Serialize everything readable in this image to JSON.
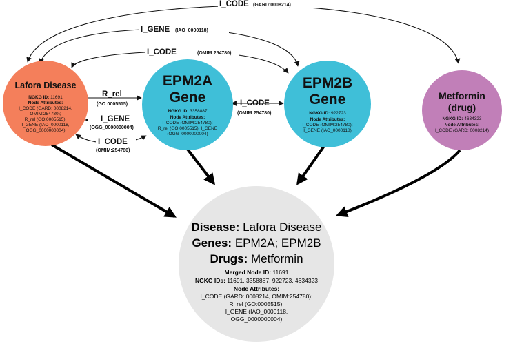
{
  "nodes": {
    "lafora": {
      "title": "Lafora Disease",
      "ngkg_label": "NGKG ID:",
      "ngkg_value": "11691",
      "attr_label": "Node Attributes:",
      "attr_lines": [
        "I_CODE (GARD: 0008214,",
        "OMIM:254780);",
        "R_rel (GO:0005515);",
        "I_GENE (IAO_0000118,",
        "OGG_0000000004)"
      ],
      "color": "#f47f5b"
    },
    "epm2a": {
      "title_lines": [
        "EPM2A",
        "Gene"
      ],
      "ngkg_label": "NGKG ID:",
      "ngkg_value": "3358887",
      "attr_label": "Node Attributes:",
      "attr_lines": [
        "I_CODE (OMIM:254780);",
        "R_rel (GO:0005515); I_GENE",
        "(OGG_0000000004)"
      ],
      "color": "#3fbfd8"
    },
    "epm2b": {
      "title_lines": [
        "EPM2B",
        "Gene"
      ],
      "ngkg_label": "NGKG ID:",
      "ngkg_value": "922723",
      "attr_label": "Node Attributes:",
      "attr_lines": [
        "I_CODE (OMIM:254780);",
        "I_GENE (IAO_0000118)"
      ],
      "color": "#3fbfd8"
    },
    "metformin": {
      "title_lines": [
        "Metformin",
        "(drug)"
      ],
      "ngkg_label": "NGKG ID:",
      "ngkg_value": "4634323",
      "attr_label": "Node Attributes:",
      "attr_lines": [
        "I_CODE (GARD: 0008214)"
      ],
      "color": "#c17fb8"
    },
    "merged": {
      "disease_label": "Disease:",
      "disease_value": "Lafora Disease",
      "genes_label": "Genes:",
      "genes_value": "EPM2A; EPM2B",
      "drugs_label": "Drugs:",
      "drugs_value": "Metformin",
      "merged_label": "Merged Node ID:",
      "merged_value": "11691",
      "ngkg_ids_label": "NGKG IDs:",
      "ngkg_ids_value": "11691, 3358887, 922723, 4634323",
      "attr_label": "Node Attributes:",
      "attr_lines": [
        "I_CODE (GARD: 0008214, OMIM:254780);",
        "R_rel (GO:0005515);",
        "I_GENE (IAO_0000118,",
        "OGG_0000000004)"
      ],
      "color": "#e6e6e6"
    }
  },
  "edges": {
    "top_code": {
      "name": "I_CODE",
      "id": "(GARD:0008214)"
    },
    "gene_iao": {
      "name": "I_GENE",
      "id": "(IAO_0000118)"
    },
    "code_omim_top": {
      "name": "I_CODE",
      "id": "(OMIM:254780)"
    },
    "r_rel": {
      "name": "R_rel",
      "id": "(GO:0005515)"
    },
    "gene_ogg": {
      "name": "I_GENE",
      "id": "(OGG_0000000004)"
    },
    "code_omim_bottom": {
      "name": "I_CODE",
      "id": "(OMIM:254780)"
    },
    "code_omim_mid": {
      "name": "I_CODE",
      "id": "(OMIM:254780)"
    }
  }
}
